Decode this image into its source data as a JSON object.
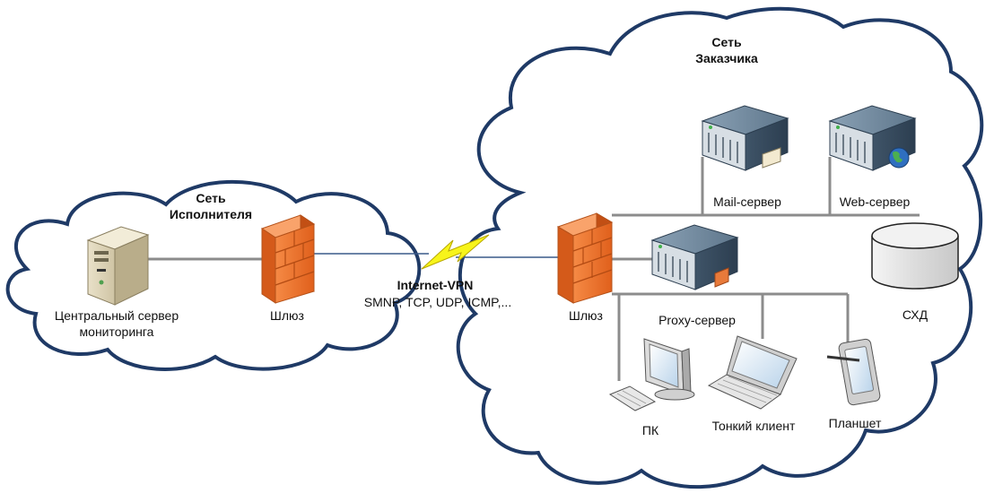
{
  "left_cloud": {
    "title": "Сеть\nИсполнителя"
  },
  "right_cloud": {
    "title": "Сеть\nЗаказчика"
  },
  "nodes": {
    "monitoring_server": "Центральный сервер\nмониторинга",
    "gateway_left": "Шлюз",
    "gateway_right": "Шлюз",
    "mail_server": "Mail-сервер",
    "web_server": "Web-сервер",
    "storage": "СХД",
    "proxy_server": "Proxy-сервер",
    "pc": "ПК",
    "thin_client": "Тонкий клиент",
    "tablet": "Планшет"
  },
  "link": {
    "title": "Internet-VPN",
    "protocols": "SMNP, TCP, UDP, ICMP,..."
  },
  "colors": {
    "cloud_stroke": "#1f3a66",
    "wire": "#8c8c8c",
    "firewall": "#f07a32",
    "vpn_bolt": "#f7f41a",
    "server_body": "#5b7389"
  }
}
